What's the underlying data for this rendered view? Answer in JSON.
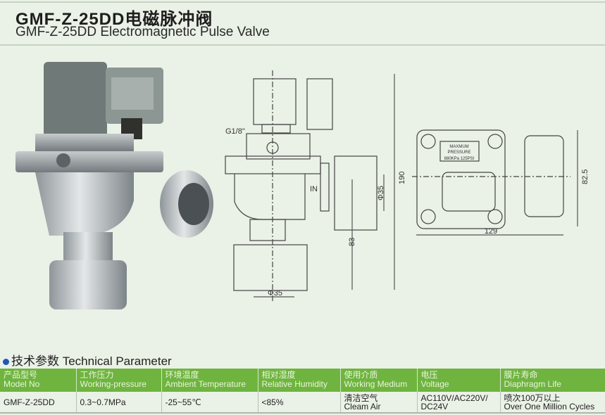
{
  "header": {
    "title": "GMF-Z-25DD电磁脉冲阀",
    "subtitle": "GMF-Z-25DD Electromagnetic Pulse Valve"
  },
  "drawing": {
    "side_labels": {
      "port": "G1/8\"",
      "inlet": "IN",
      "inlet_dia": "Φ35",
      "outlet_dia": "Φ35",
      "height_total": "190",
      "height_inlet": "83"
    },
    "top_labels": {
      "plate_line1": "MAXMUM",
      "plate_line2": "PRESSURE",
      "plate_line3": "880KPa  125PSI",
      "width": "129",
      "depth": "82.5"
    }
  },
  "section": {
    "title": "技术参数 Technical Parameter"
  },
  "table": {
    "headers": [
      {
        "cn": "产品型号",
        "en": "Model No"
      },
      {
        "cn": "工作压力",
        "en": "Working-pressure"
      },
      {
        "cn": "环境温度",
        "en": "Ambient Temperature"
      },
      {
        "cn": "相对湿度",
        "en": "Relative Humidity"
      },
      {
        "cn": "使用介质",
        "en": "Working Medium"
      },
      {
        "cn": "电压",
        "en": "Voltage"
      },
      {
        "cn": "膜片寿命",
        "en": "Diaphragm Life"
      }
    ],
    "row": [
      {
        "a": "GMF-Z-25DD",
        "b": ""
      },
      {
        "a": "0.3~0.7MPa",
        "b": ""
      },
      {
        "a": "-25~55℃",
        "b": ""
      },
      {
        "a": "<85%",
        "b": ""
      },
      {
        "a": "清洁空气",
        "b": "Cleam Air"
      },
      {
        "a": "AC110V/AC220V/",
        "b": "DC24V"
      },
      {
        "a": "喷次100万以上",
        "b": "Over One Million Cycles"
      }
    ]
  }
}
